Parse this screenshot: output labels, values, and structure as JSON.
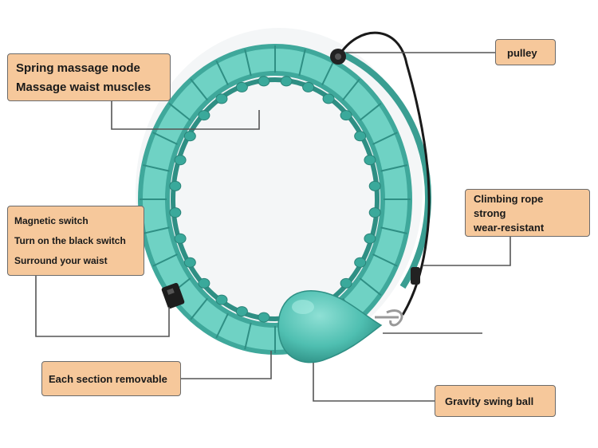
{
  "labels": {
    "spring": [
      "Spring massage node",
      "Massage waist muscles"
    ],
    "magnetic": [
      "Magnetic switch",
      "Turn on the black switch",
      "Surround your waist"
    ],
    "section": "Each section removable",
    "pulley": "pulley",
    "rope": [
      "Climbing rope",
      "strong",
      "wear-resistant"
    ],
    "ball": "Gravity swing ball"
  },
  "colors": {
    "hoop": "#5cc6b8",
    "hoop_dark": "#2f8f84",
    "label_fill": "#f6c89b",
    "label_border": "#6b6b6b",
    "leader_line": "#555555",
    "rope": "#1a1a1a"
  }
}
